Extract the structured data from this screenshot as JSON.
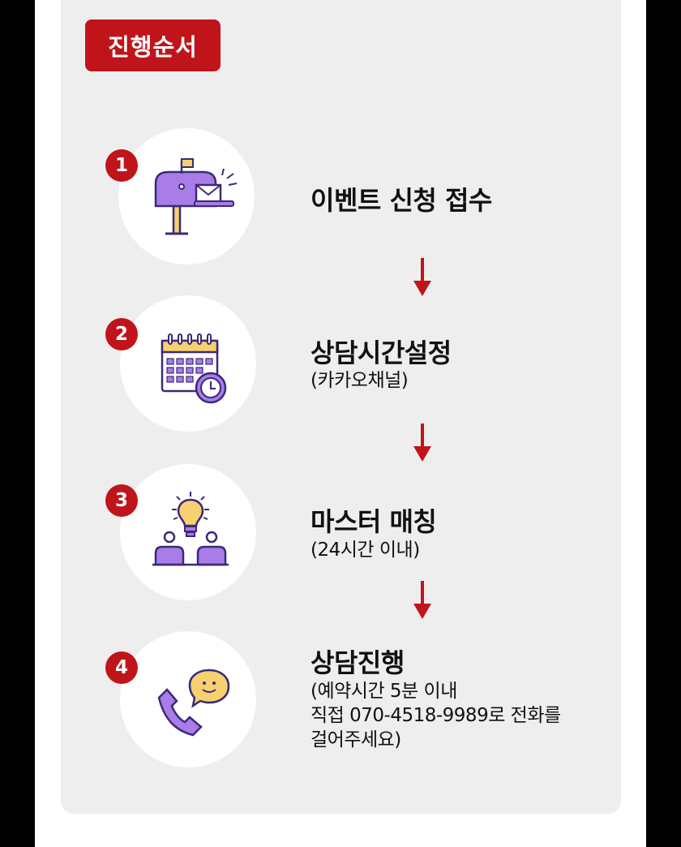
{
  "header": {
    "badge_label": "진행순서"
  },
  "steps": [
    {
      "number": "1",
      "icon": "mailbox-icon",
      "title": "이벤트 신청 접수",
      "sub": []
    },
    {
      "number": "2",
      "icon": "calendar-clock-icon",
      "title": "상담시간설정",
      "sub": [
        "(카카오채널)"
      ]
    },
    {
      "number": "3",
      "icon": "idea-people-icon",
      "title": "마스터 매칭",
      "sub": [
        "(24시간 이내)"
      ]
    },
    {
      "number": "4",
      "icon": "phone-chat-icon",
      "title": "상담진행",
      "sub": [
        "(예약시간 5분 이내",
        "직접 070-4518-9989로 전화를",
        "걸어주세요)"
      ]
    }
  ],
  "colors": {
    "accent": "#c0141b",
    "panel": "#eeeeee",
    "icon_purple": "#a97ce8",
    "icon_yellow": "#f7d070",
    "icon_outline": "#3a2a78"
  }
}
